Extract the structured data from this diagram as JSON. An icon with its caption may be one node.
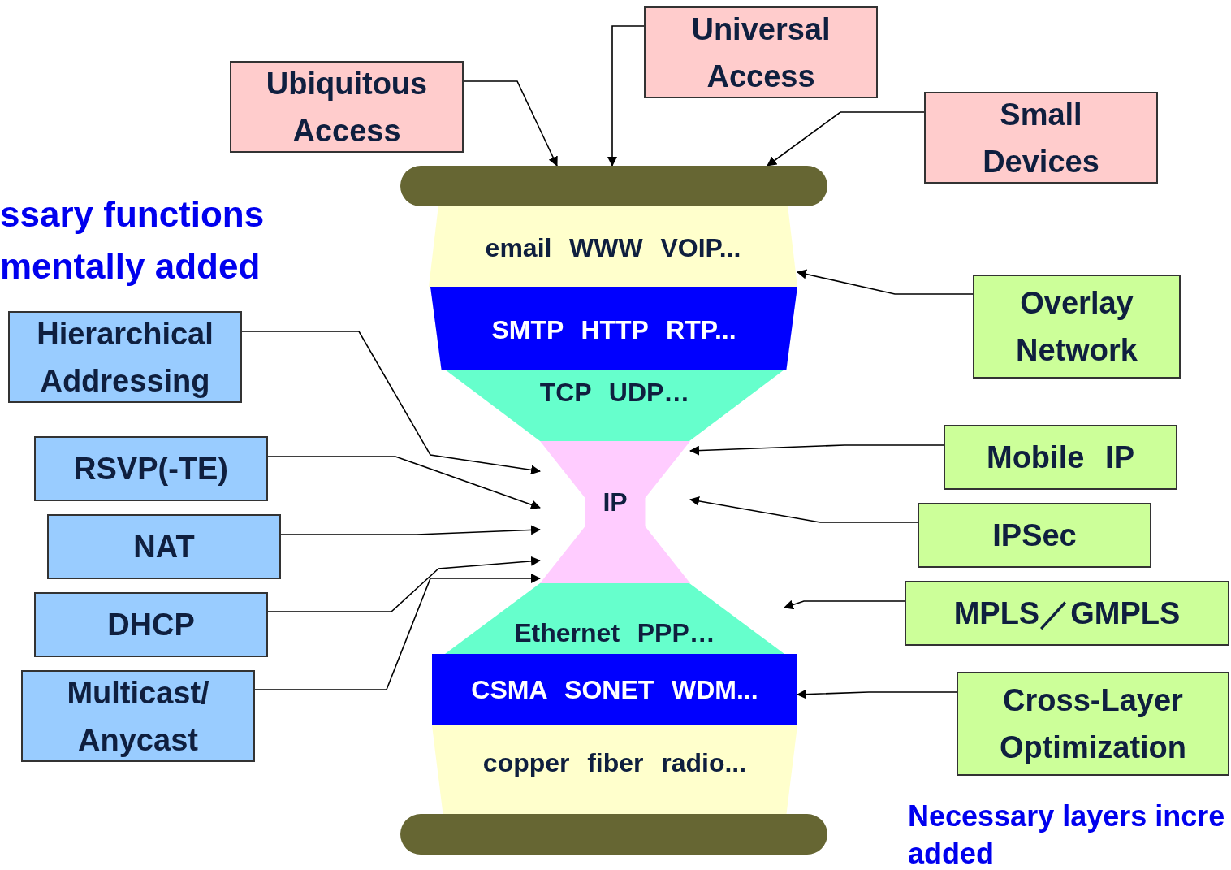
{
  "diagram": {
    "nodes": [
      {
        "text": [
          "Ubiquitous Access"
        ]
      },
      {
        "text": [
          "Universal Access"
        ]
      },
      {
        "text": [
          "Small Devices"
        ]
      },
      {
        "text": [],
        "shape": "bar"
      },
      {
        "text": [
          "email WWW VOIP..."
        ]
      },
      {
        "text": [
          "SMTP HTTP RTP..."
        ]
      },
      {
        "text": [
          "TCP UDP…"
        ]
      },
      {
        "text": [
          "IP"
        ]
      },
      {
        "text": [
          "Ethernet PPP…"
        ]
      },
      {
        "text": [
          "CSMA SONET WDM..."
        ]
      },
      {
        "text": [
          "copper fiber radio..."
        ]
      },
      {
        "text": [],
        "shape": "bar"
      },
      {
        "text": [
          "Hierarchical Addressing"
        ]
      },
      {
        "text": [
          "RSVP(-TE)"
        ]
      },
      {
        "text": [
          "NAT"
        ]
      },
      {
        "text": [
          "DHCP"
        ]
      },
      {
        "text": [
          "Multicast/ Anycast"
        ]
      },
      {
        "text": [
          "Overlay Network"
        ]
      },
      {
        "text": [
          "Mobile IP"
        ]
      },
      {
        "text": [
          "IPSec"
        ]
      },
      {
        "text": [
          "MPLS／GMPLS"
        ]
      },
      {
        "text": [
          "Cross-Layer Optimization"
        ]
      }
    ],
    "edges": [
      {
        "from": 0,
        "to": 3,
        "arrow": "to"
      },
      {
        "from": 1,
        "to": 3,
        "arrow": "to"
      },
      {
        "from": 2,
        "to": 3,
        "arrow": "to"
      },
      {
        "from": 17,
        "to": 4,
        "arrow": "to"
      },
      {
        "from": 12,
        "to": 7,
        "arrow": "to"
      },
      {
        "from": 13,
        "to": 7,
        "arrow": "to"
      },
      {
        "from": 14,
        "to": 7,
        "arrow": "to"
      },
      {
        "from": 15,
        "to": 7,
        "arrow": "to"
      },
      {
        "from": 16,
        "to": 7,
        "arrow": "to"
      },
      {
        "from": 18,
        "to": 7,
        "arrow": "to"
      },
      {
        "from": 19,
        "to": 7,
        "arrow": "to"
      },
      {
        "from": 20,
        "to": 8,
        "arrow": "to"
      },
      {
        "from": 21,
        "to": 9,
        "arrow": "to"
      }
    ],
    "labels": [
      "ssary functions mentally added",
      "Necessary layers incre added"
    ]
  }
}
